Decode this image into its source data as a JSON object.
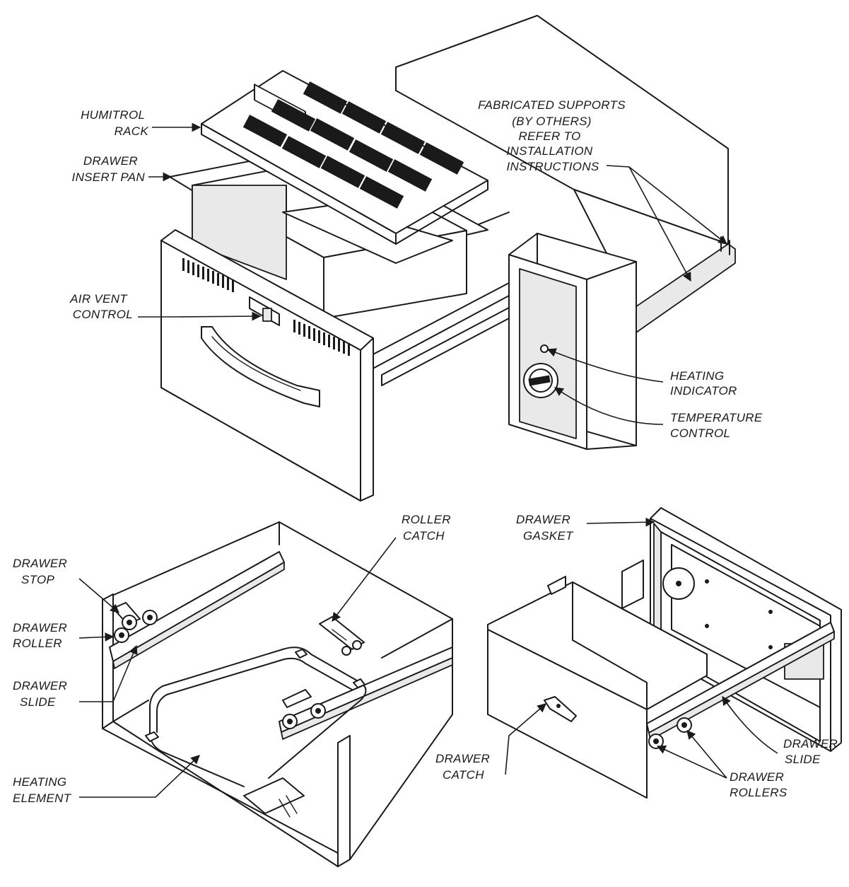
{
  "labels": {
    "humitrol_rack": [
      "HUMITROL",
      "RACK"
    ],
    "drawer_insert_pan": [
      "DRAWER",
      "INSERT PAN"
    ],
    "fabricated_supports": [
      "FABRICATED SUPPORTS",
      "(BY OTHERS)",
      "REFER TO",
      "INSTALLATION",
      "INSTRUCTIONS"
    ],
    "air_vent_control": [
      "AIR VENT",
      "CONTROL"
    ],
    "heating_indicator": [
      "HEATING",
      "INDICATOR"
    ],
    "temperature_control": [
      "TEMPERATURE",
      "CONTROL"
    ],
    "drawer_stop": [
      "DRAWER",
      "STOP"
    ],
    "drawer_roller": [
      "DRAWER",
      "ROLLER"
    ],
    "drawer_slide_left": [
      "DRAWER",
      "SLIDE"
    ],
    "heating_element": [
      "HEATING",
      "ELEMENT"
    ],
    "roller_catch": [
      "ROLLER",
      "CATCH"
    ],
    "drawer_gasket": [
      "DRAWER",
      "GASKET"
    ],
    "drawer_catch": [
      "DRAWER",
      "CATCH"
    ],
    "drawer_slide_right": [
      "DRAWER",
      "SLIDE"
    ],
    "drawer_rollers": [
      "DRAWER",
      "ROLLERS"
    ]
  }
}
